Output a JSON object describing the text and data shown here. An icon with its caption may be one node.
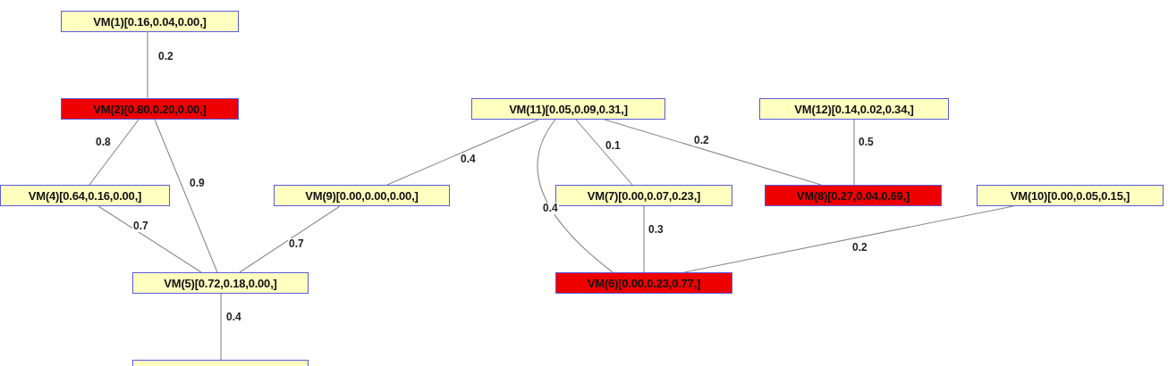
{
  "diagram": {
    "nodes": [
      {
        "text": [
          "VM(1)[0.16,0.04,0.00,]"
        ]
      },
      {
        "text": [
          "VM(2)[0.80,0.20,0.00,]"
        ]
      },
      {
        "text": [
          "VM(11)[0.05,0.09,0.31,]"
        ]
      },
      {
        "text": [
          "VM(12)[0.14,0.02,0.34,]"
        ]
      },
      {
        "text": [
          "VM(4)[0.64,0.16,0.00,]"
        ]
      },
      {
        "text": [
          "VM(9)[0.00,0.00,0.00,]"
        ]
      },
      {
        "text": [
          "VM(7)[0.00,0.07,0.23,]"
        ]
      },
      {
        "text": [
          "VM(8)[0.27,0.04,0.69,]"
        ]
      },
      {
        "text": [
          "VM(10)[0.00,0.05,0.15,]"
        ]
      },
      {
        "text": [
          "VM(5)[0.72,0.18,0.00,]"
        ]
      },
      {
        "text": [
          "VM(6)[0.00,0.23,0.77,]"
        ]
      },
      {
        "text": [],
        "shape": "box"
      }
    ],
    "edges": [
      {
        "from": 0,
        "to": 1,
        "arrow": "none",
        "label": "0.2"
      },
      {
        "from": 1,
        "to": 4,
        "arrow": "none",
        "label": "0.8"
      },
      {
        "from": 1,
        "to": 9,
        "arrow": "none",
        "label": "0.9"
      },
      {
        "from": 4,
        "to": 9,
        "arrow": "none",
        "label": "0.7"
      },
      {
        "from": 5,
        "to": 9,
        "arrow": "none",
        "label": "0.7"
      },
      {
        "from": 2,
        "to": 5,
        "arrow": "none",
        "label": "0.4"
      },
      {
        "from": 2,
        "to": 10,
        "arrow": "none",
        "label": "0.4"
      },
      {
        "from": 2,
        "to": 6,
        "arrow": "none",
        "label": "0.1"
      },
      {
        "from": 2,
        "to": 7,
        "arrow": "none",
        "label": "0.2"
      },
      {
        "from": 3,
        "to": 7,
        "arrow": "none",
        "label": "0.5"
      },
      {
        "from": 6,
        "to": 10,
        "arrow": "none",
        "label": "0.3"
      },
      {
        "from": 8,
        "to": 10,
        "arrow": "none",
        "label": "0.2"
      },
      {
        "from": 9,
        "to": 11,
        "arrow": "none",
        "label": "0.4"
      }
    ]
  }
}
